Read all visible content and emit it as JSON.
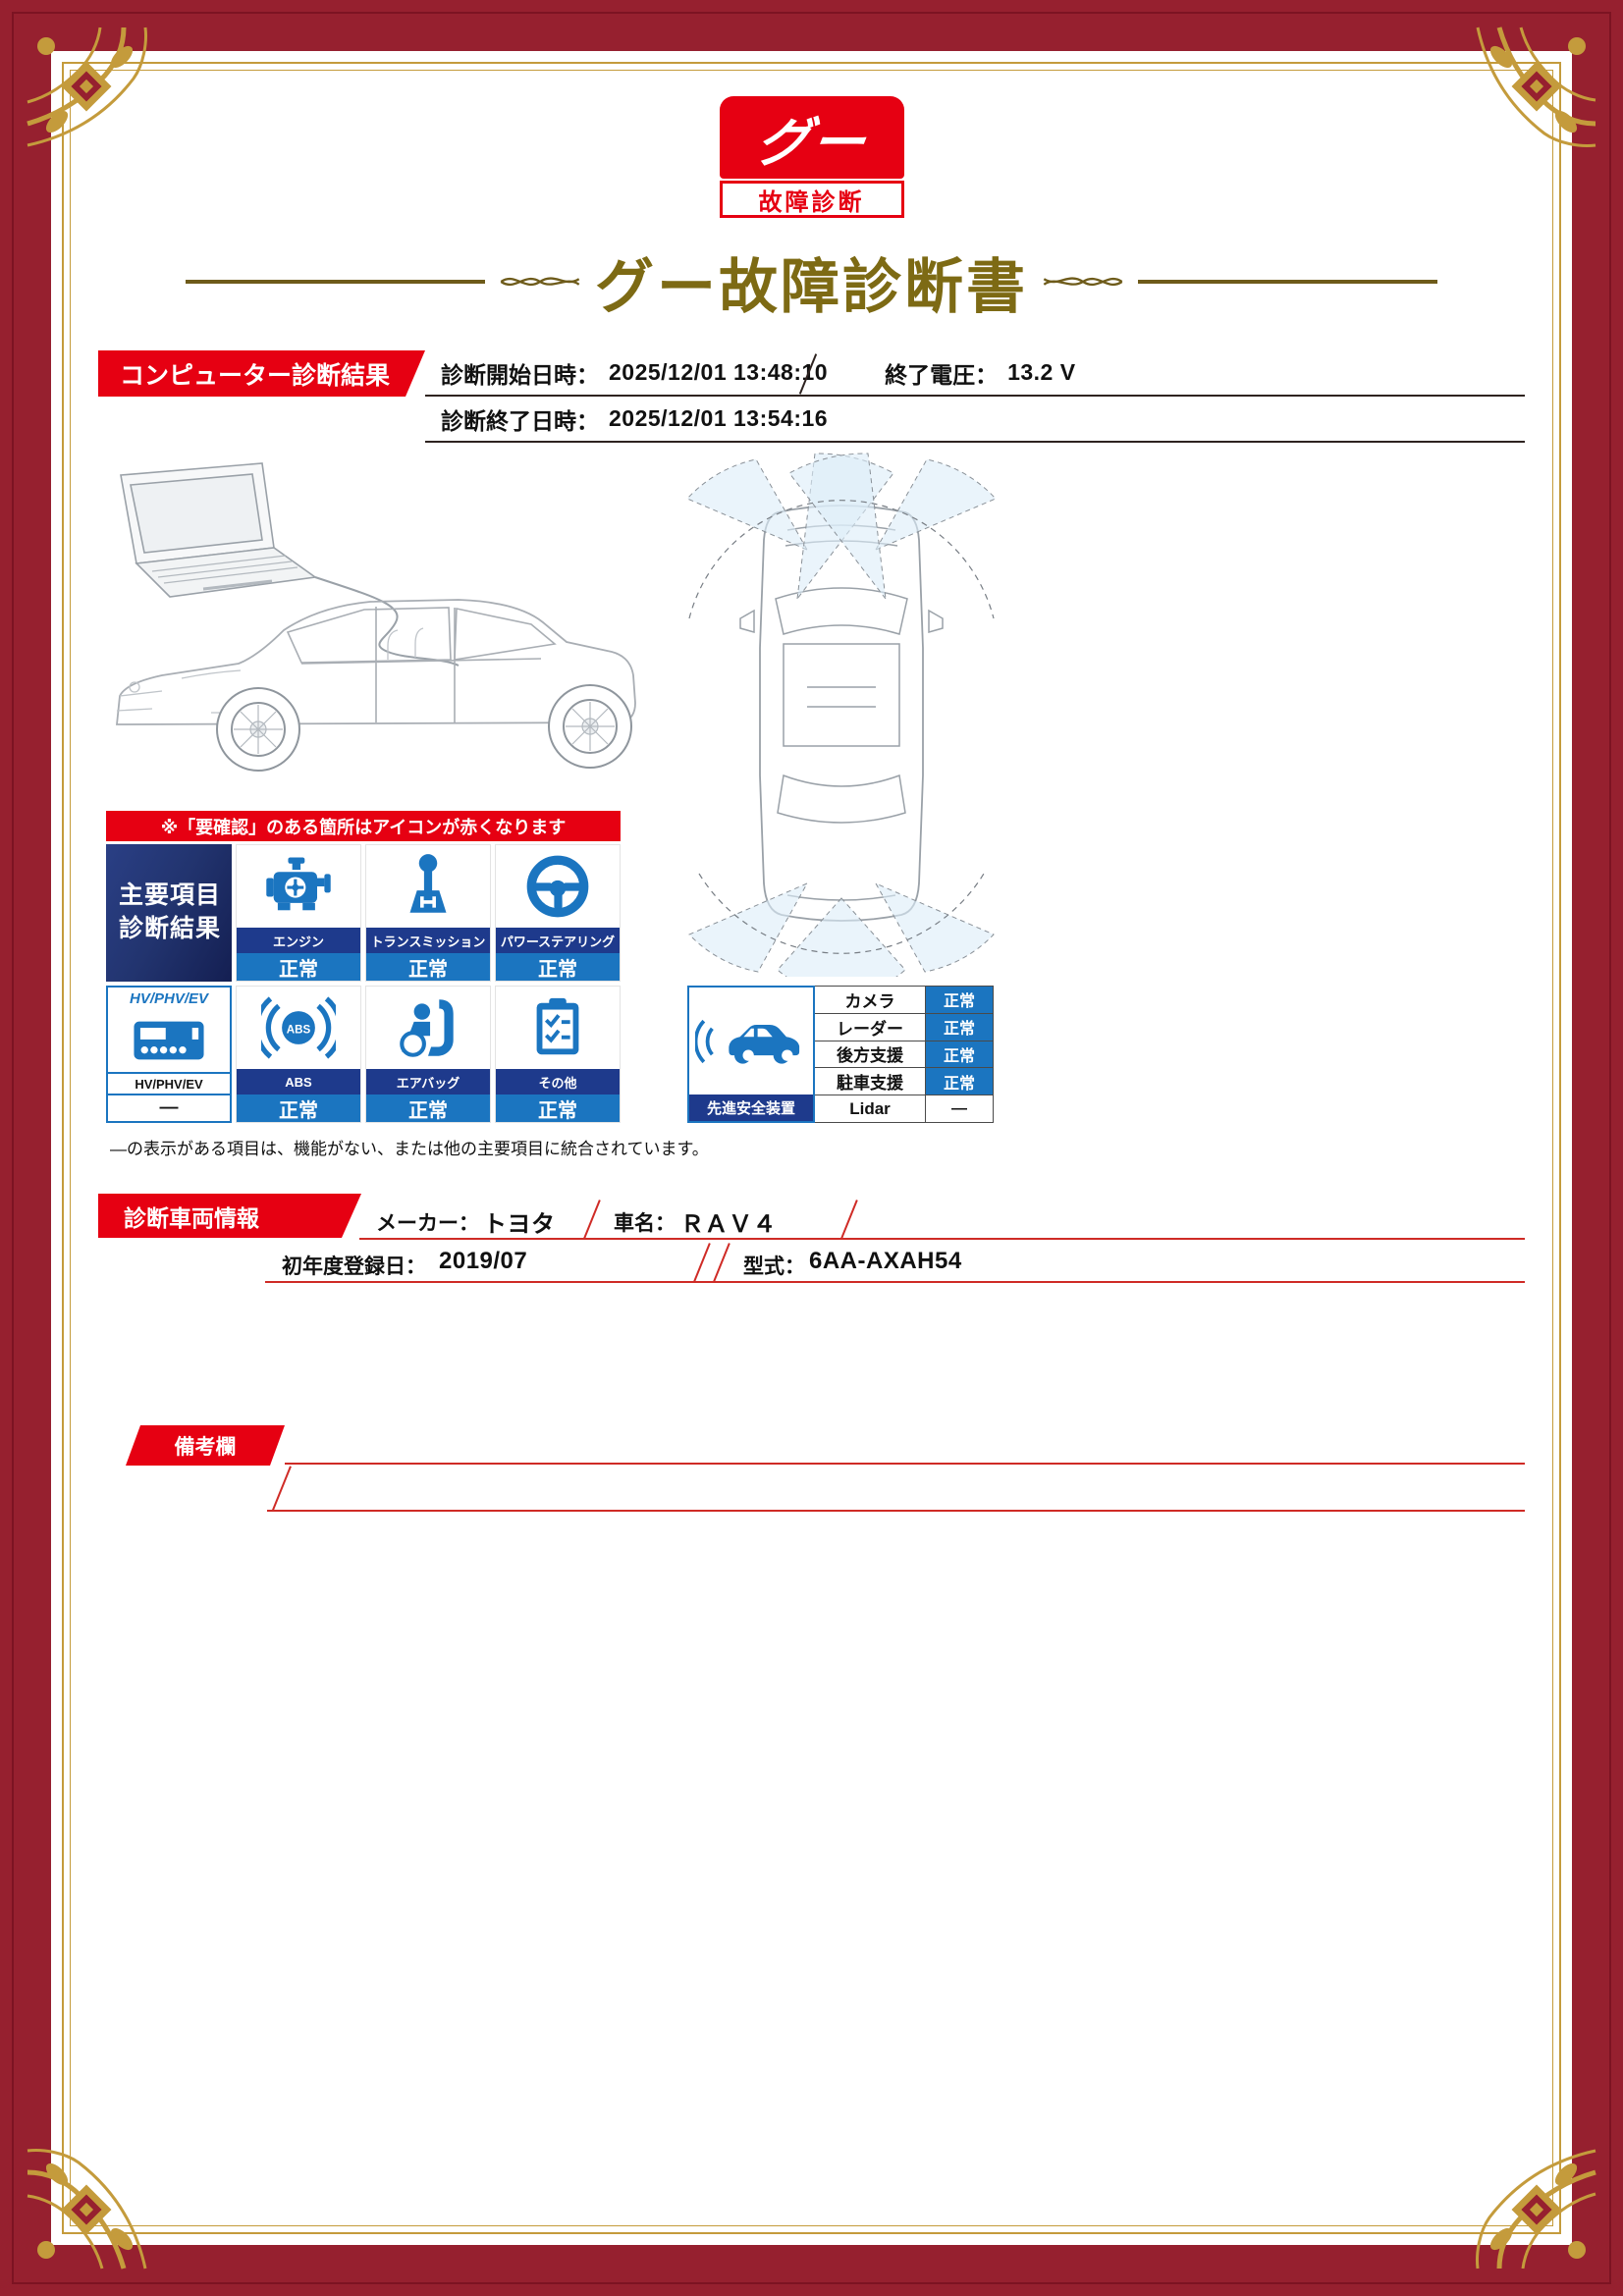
{
  "logo": {
    "main": "グー",
    "sub": "故障診断"
  },
  "title": "グー故障診断書",
  "computer_diagnosis": {
    "header": "コンピューター診断結果",
    "start_label": "診断開始日時：",
    "start_value": "2025/12/01 13:48:10",
    "voltage_label": "終了電圧：",
    "voltage_value": "13.2 V",
    "end_label": "診断終了日時：",
    "end_value": "2025/12/01 13:54:16"
  },
  "warning_note": "※「要確認」のある箇所はアイコンが赤くなります",
  "main_items": {
    "header_line1": "主要項目",
    "header_line2": "診断結果",
    "items": [
      {
        "label": "エンジン",
        "status": "正常"
      },
      {
        "label": "トランスミッション",
        "status": "正常"
      },
      {
        "label": "パワーステアリング",
        "status": "正常"
      },
      {
        "top": "HV/PHV/EV",
        "label": "HV/PHV/EV",
        "status": "―"
      },
      {
        "label": "ABS",
        "status": "正常",
        "icon_text": "ABS"
      },
      {
        "label": "エアバッグ",
        "status": "正常"
      },
      {
        "label": "その他",
        "status": "正常"
      }
    ],
    "footnote": "―の表示がある項目は、機能がない、または他の主要項目に統合されています。"
  },
  "safety": {
    "label": "先進安全装置",
    "rows": [
      {
        "name": "カメラ",
        "status": "正常"
      },
      {
        "name": "レーダー",
        "status": "正常"
      },
      {
        "name": "後方支援",
        "status": "正常"
      },
      {
        "name": "駐車支援",
        "status": "正常"
      },
      {
        "name": "Lidar",
        "status": "―"
      }
    ]
  },
  "vehicle": {
    "header": "診断車両情報",
    "maker_label": "メーカー：",
    "maker_value": "トヨタ",
    "name_label": "車名：",
    "name_value": "ＲＡＶ４",
    "reg_label": "初年度登録日：",
    "reg_value": "2019/07",
    "model_label": "型式：",
    "model_value": "6AA-AXAH54"
  },
  "remarks": {
    "header": "備考欄"
  },
  "colors": {
    "accent_red": "#e60012",
    "frame_maroon": "#96202f",
    "gold": "#c49b3c",
    "icon_blue": "#1b75c0",
    "band_navy": "#1e3a8c",
    "title_gold": "#7d6a14"
  }
}
